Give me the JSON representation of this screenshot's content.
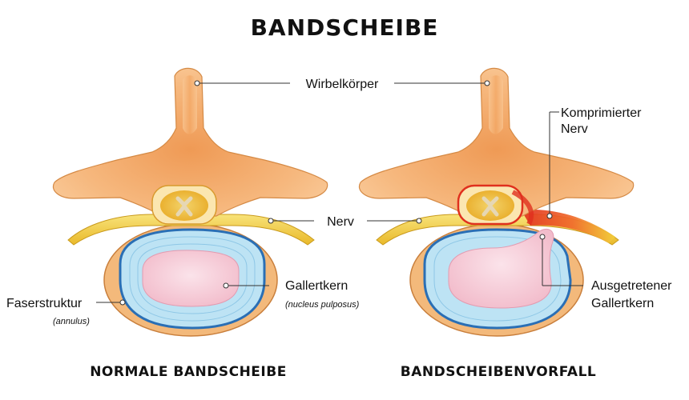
{
  "title": "BANDSCHEIBE",
  "labels": {
    "vertebra": "Wirbelkörper",
    "nerve": "Nerv",
    "compressed_nerve_line1": "Komprimierter",
    "compressed_nerve_line2": "Nerv",
    "nucleus": "Gallertkern",
    "nucleus_latin": "(nucleus pulposus)",
    "annulus": "Faserstruktur",
    "annulus_latin": "(annulus)",
    "herniated_line1": "Ausgetretener",
    "herniated_line2": "Gallertkern"
  },
  "captions": {
    "left": "NORMALE BANDSCHEIBE",
    "right": "BANDSCHEIBENVORFALL"
  },
  "colors": {
    "bone": "#f6b87e",
    "bone_shade": "#ef9a55",
    "nerve": "#f2cf3a",
    "inflamed": "#e0301e",
    "annulus": "#bde3f4",
    "annulus_ring": "#2a6fb5",
    "nucleus": "#f7cfd9",
    "base_disc": "#f3b97b"
  }
}
